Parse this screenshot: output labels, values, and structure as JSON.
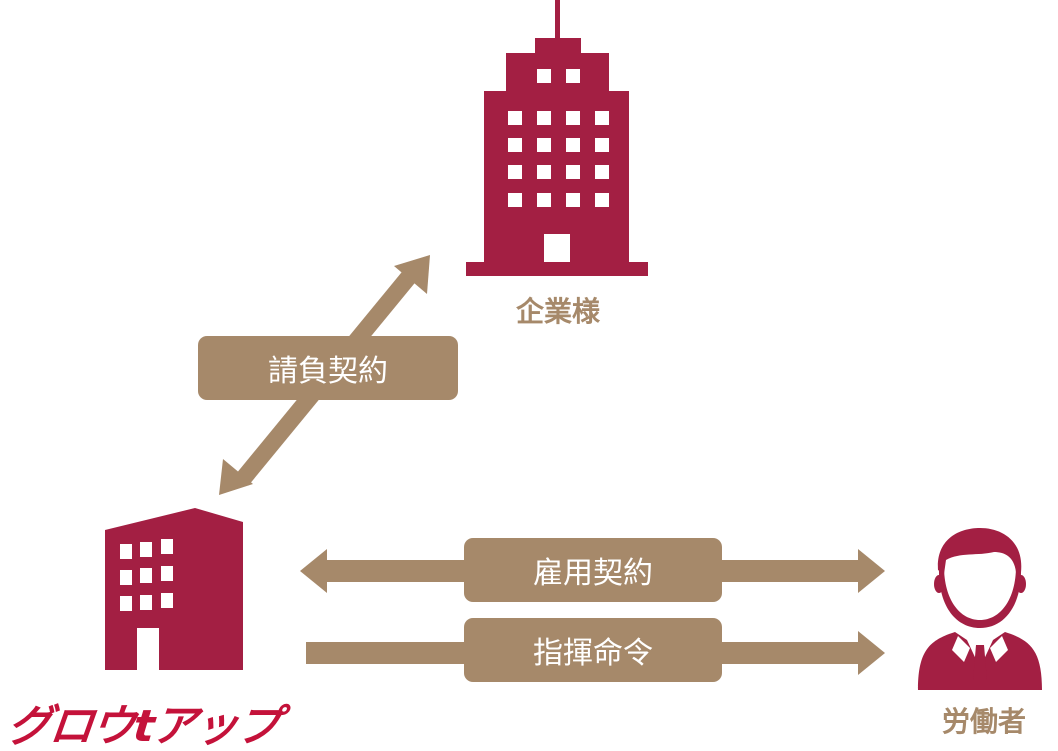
{
  "nodes": {
    "client": {
      "label": "企業様"
    },
    "company": {
      "logo_text": "グロウtアップ"
    },
    "worker": {
      "label": "労働者"
    }
  },
  "relations": {
    "contract": "請負契約",
    "employment": "雇用契約",
    "command": "指揮命令"
  },
  "colors": {
    "building": "#a31f43",
    "arrow": "#a6896a",
    "logo": "#c4123a"
  }
}
